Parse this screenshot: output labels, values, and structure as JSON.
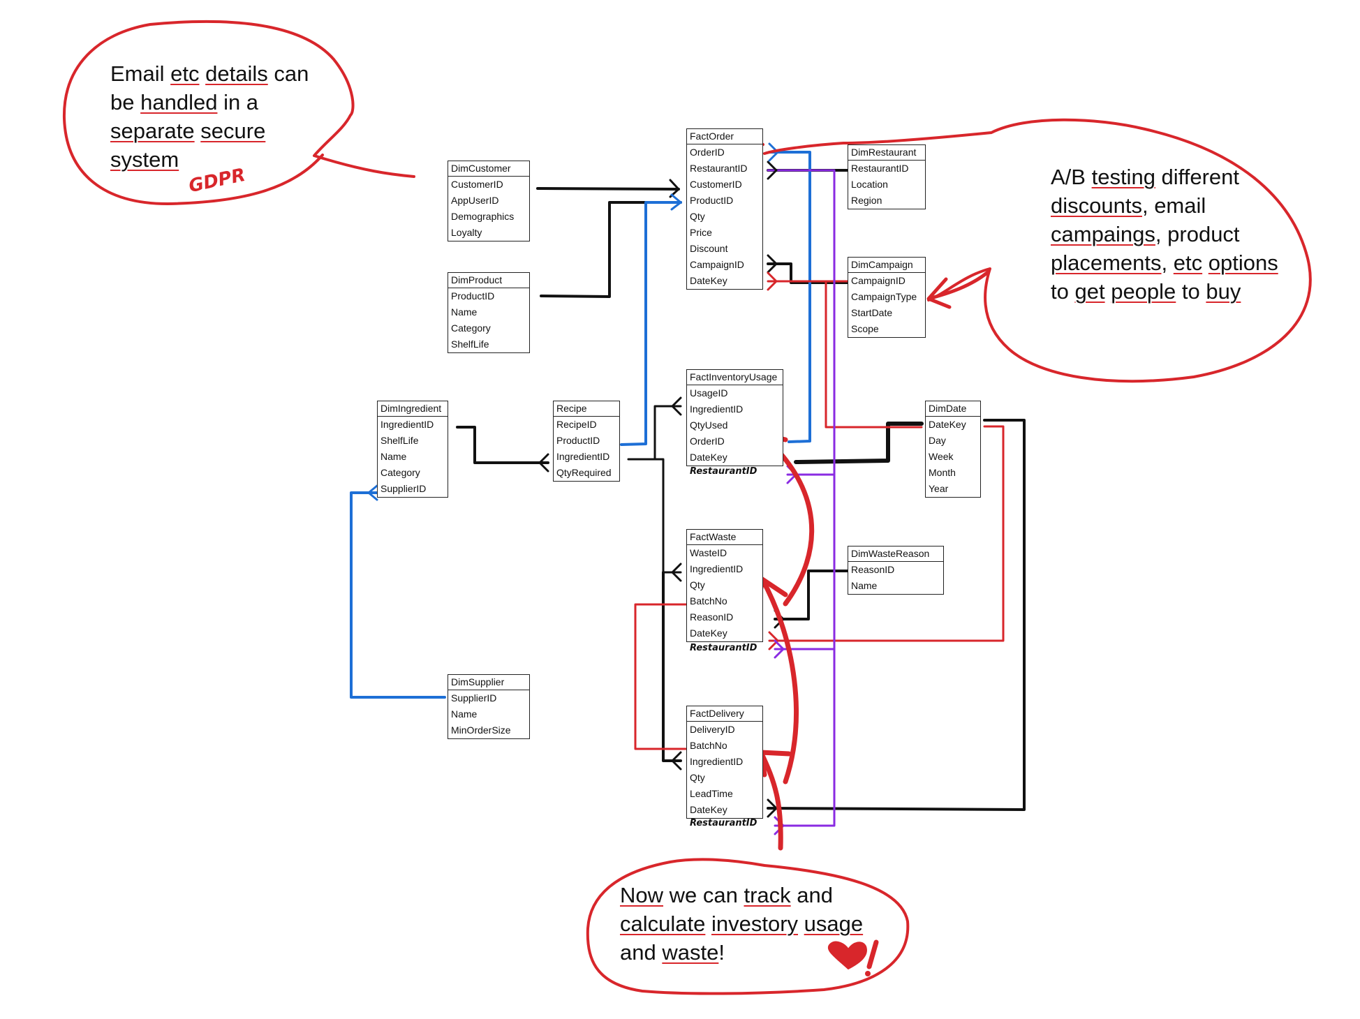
{
  "tables": [
    {
      "id": "DimCustomer",
      "name": "DimCustomer",
      "fields": [
        "CustomerID",
        "AppUserID",
        "Demographics",
        "Loyalty"
      ]
    },
    {
      "id": "DimProduct",
      "name": "DimProduct",
      "fields": [
        "ProductID",
        "Name",
        "Category",
        "ShelfLife"
      ]
    },
    {
      "id": "FactOrder",
      "name": "FactOrder",
      "fields": [
        "OrderID",
        "RestaurantID",
        "CustomerID",
        "ProductID",
        "Qty",
        "Price",
        "Discount",
        "CampaignID",
        "DateKey"
      ]
    },
    {
      "id": "DimRestaurant",
      "name": "DimRestaurant",
      "fields": [
        "RestaurantID",
        "Location",
        "Region"
      ]
    },
    {
      "id": "DimCampaign",
      "name": "DimCampaign",
      "fields": [
        "CampaignID",
        "CampaignType",
        "StartDate",
        "Scope"
      ]
    },
    {
      "id": "DimIngredient",
      "name": "DimIngredient",
      "fields": [
        "IngredientID",
        "ShelfLife",
        "Name",
        "Category",
        "SupplierID"
      ]
    },
    {
      "id": "Recipe",
      "name": "Recipe",
      "fields": [
        "RecipeID",
        "ProductID",
        "IngredientID",
        "QtyRequired"
      ]
    },
    {
      "id": "FactInventoryUsage",
      "name": "FactInventoryUsage",
      "fields": [
        "UsageID",
        "IngredientID",
        "QtyUsed",
        "OrderID",
        "DateKey"
      ]
    },
    {
      "id": "DimDate",
      "name": "DimDate",
      "fields": [
        "DateKey",
        "Day",
        "Week",
        "Month",
        "Year"
      ]
    },
    {
      "id": "FactWaste",
      "name": "FactWaste",
      "fields": [
        "WasteID",
        "IngredientID",
        "Qty",
        "BatchNo",
        "ReasonID",
        "DateKey"
      ]
    },
    {
      "id": "DimWasteReason",
      "name": "DimWasteReason",
      "fields": [
        "ReasonID",
        "Name"
      ]
    },
    {
      "id": "DimSupplier",
      "name": "DimSupplier",
      "fields": [
        "SupplierID",
        "Name",
        "MinOrderSize"
      ]
    },
    {
      "id": "FactDelivery",
      "name": "FactDelivery",
      "fields": [
        "DeliveryID",
        "BatchNo",
        "IngredientID",
        "Qty",
        "LeadTime",
        "DateKey"
      ]
    }
  ],
  "handwritten_labels": {
    "usage_restaurant": "RestaurantID",
    "waste_restaurant": "RestaurantID",
    "delivery_restaurant": "RestaurantID",
    "gdpr": "GDPR"
  },
  "notes": {
    "gdpr_note": [
      "Email ",
      "etc",
      " ",
      "details",
      " can be ",
      "handled",
      " in a ",
      "separate",
      " ",
      "secure",
      " ",
      "system"
    ],
    "ab_note": [
      "A/B ",
      "testing",
      " different ",
      "discounts",
      ", email ",
      "campaings",
      ", product ",
      "placements",
      ", ",
      "etc",
      " ",
      "options",
      " to ",
      "get",
      " ",
      "people",
      " to ",
      "buy"
    ],
    "tracking_note": [
      "Now",
      " we can ",
      "track",
      " and ",
      "calculate",
      " ",
      "investory",
      " ",
      "usage",
      " and ",
      "waste",
      "!"
    ]
  },
  "colors": {
    "black": "#111111",
    "blue": "#1d6fd6",
    "red": "#d8262b",
    "purple": "#8a2be2"
  }
}
